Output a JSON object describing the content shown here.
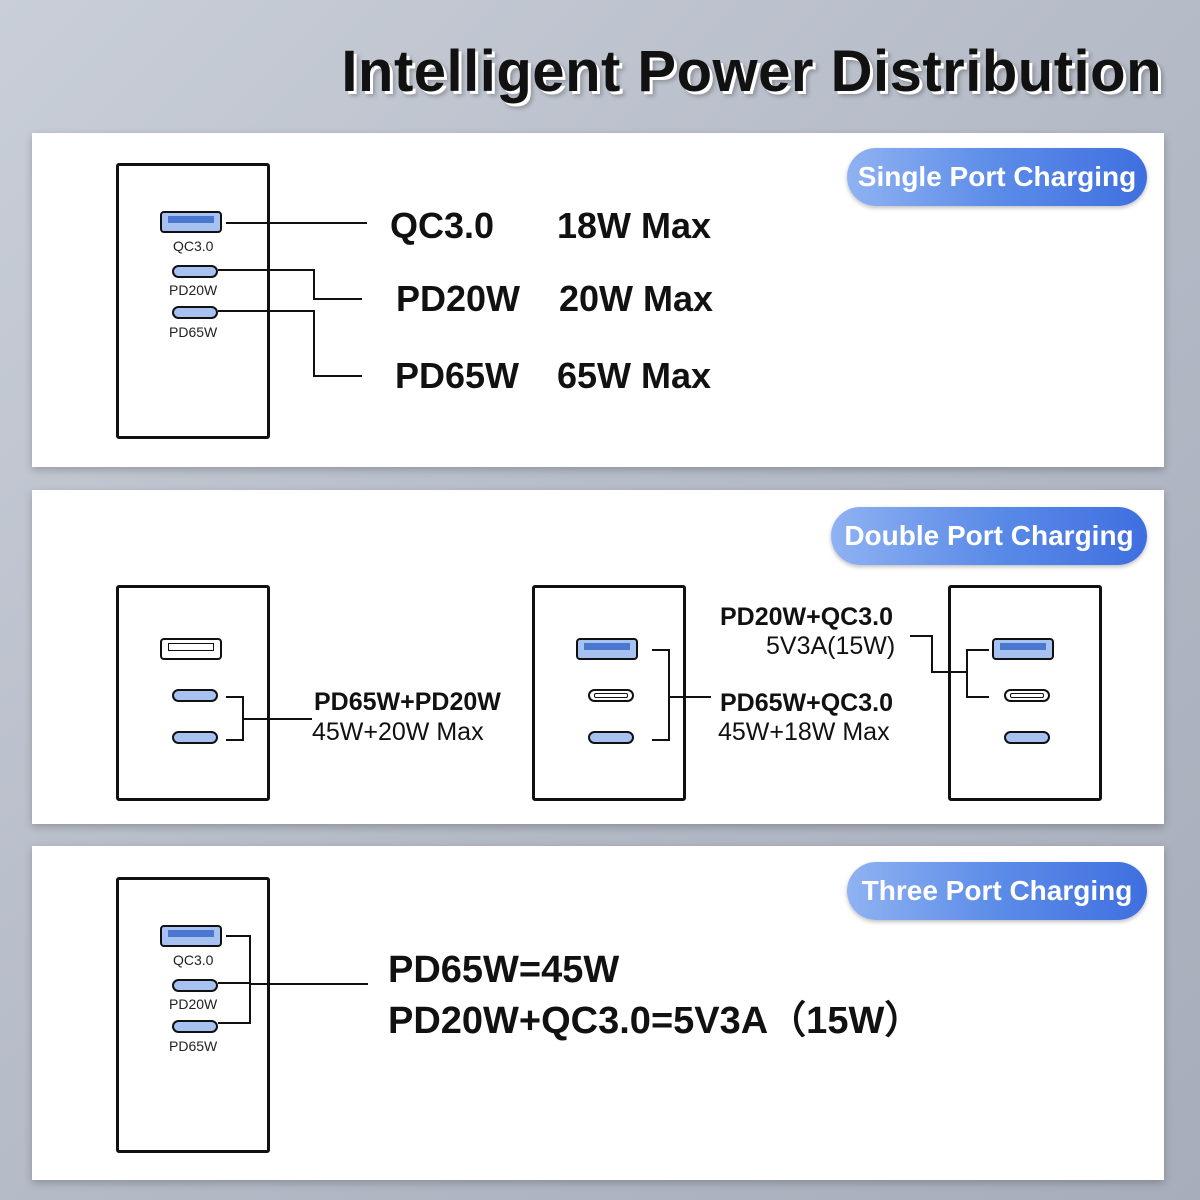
{
  "title": "Intelligent Power Distribution",
  "colors": {
    "accent": "#4a78d0",
    "port_fill": "#a7c1f0",
    "pill": "#5c8ce8"
  },
  "single": {
    "badge": "Single Port Charging",
    "port_labels": [
      "QC3.0",
      "PD20W",
      "PD65W"
    ],
    "rows": [
      {
        "port": "QC3.0",
        "power": "18W Max"
      },
      {
        "port": "PD20W",
        "power": "20W Max"
      },
      {
        "port": "PD65W",
        "power": "65W Max"
      }
    ]
  },
  "double": {
    "badge": "Double Port Charging",
    "combo1": {
      "ports": "PD65W+PD20W",
      "power": "45W+20W Max"
    },
    "combo2": {
      "ports": "PD65W+QC3.0",
      "power": "45W+18W Max"
    },
    "combo3": {
      "ports": "PD20W+QC3.0",
      "power": "5V3A(15W)"
    }
  },
  "triple": {
    "badge": "Three Port Charging",
    "port_labels": [
      "QC3.0",
      "PD20W",
      "PD65W"
    ],
    "line1": "PD65W=45W",
    "line2": "PD20W+QC3.0=5V3A（15W）"
  }
}
